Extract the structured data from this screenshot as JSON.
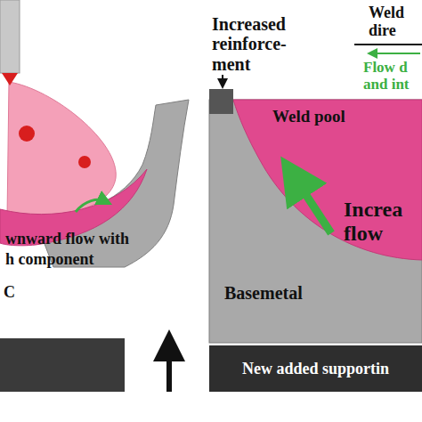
{
  "diagram": {
    "nodes": [
      {
        "text": [
          "New added supportin"
        ]
      }
    ],
    "labels": [
      "Increased reinforce- ment",
      "Weld dire",
      "Flow d and int",
      "Weld pool",
      "Increa flow",
      "Basemetal",
      "wnward flow with",
      "h component",
      "C"
    ]
  }
}
